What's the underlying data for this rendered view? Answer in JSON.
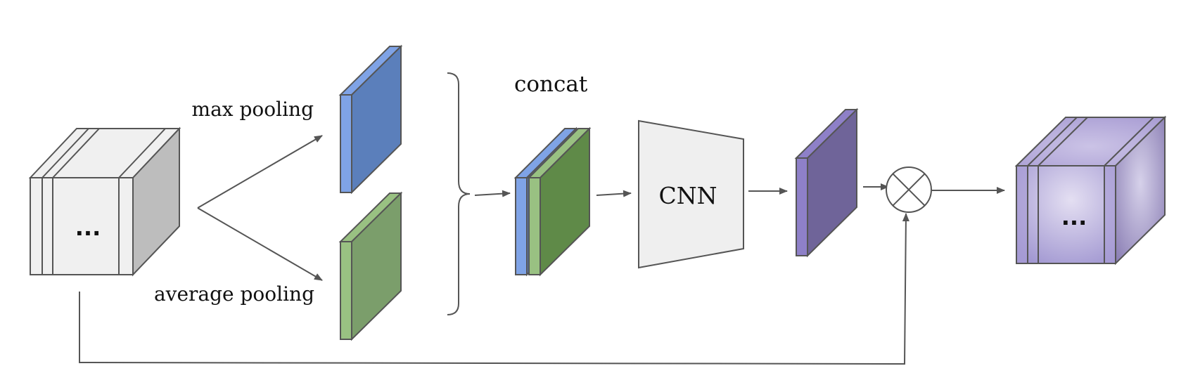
{
  "labels": {
    "max_pooling": "max pooling",
    "average_pooling": "average pooling",
    "concat": "concat",
    "cnn": "CNN",
    "input_ellipsis": "...",
    "output_ellipsis": "..."
  },
  "colors": {
    "input_face": "#f0f0f0",
    "input_side": "#bdbdbd",
    "max_pool_front": "#7fa3e6",
    "max_pool_side": "#5b7fbb",
    "avg_pool_front": "#99c182",
    "avg_pool_side": "#7b9e6b",
    "concat_green_side": "#5f8a48",
    "attention_front": "#8e80c8",
    "attention_side": "#6f6499",
    "output_front": "#a99cd6",
    "output_side": "#8f83b8",
    "cnn_fill": "#efefef",
    "stroke": "#555555"
  },
  "icons": {
    "multiply": "circled-times-icon"
  }
}
